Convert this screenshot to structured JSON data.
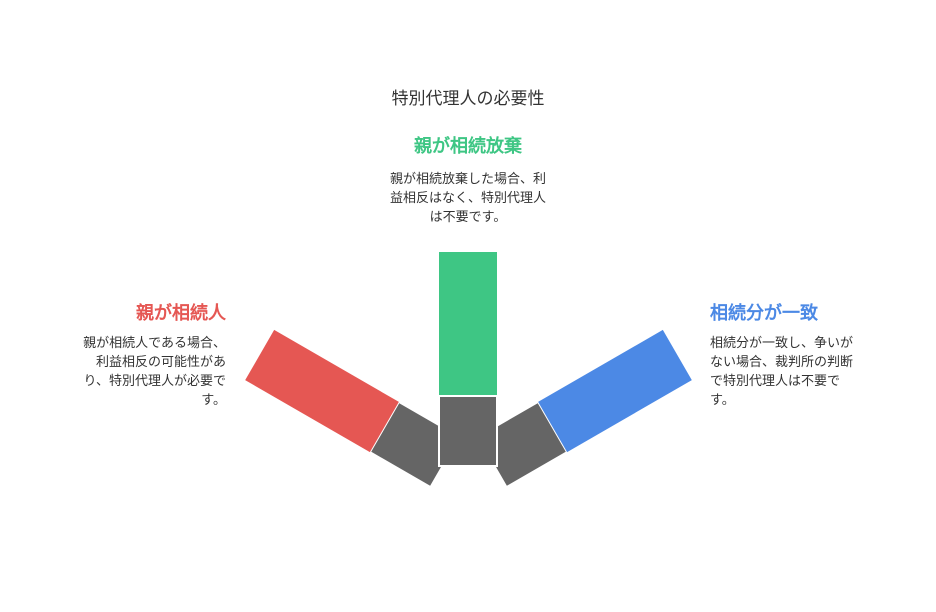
{
  "title": "特別代理人の必要性",
  "colors": {
    "red": "#E55753",
    "green": "#3EC684",
    "blue": "#4C89E5",
    "dark": "#656565"
  },
  "branches": {
    "center": {
      "heading": "親が相続放棄",
      "description": "親が相続放棄した場合、利\n益相反はなく、特別代理人\nは不要です。"
    },
    "left": {
      "heading": "親が相続人",
      "description": "親が相続人である場合、\n利益相反の可能性があ\nり、特別代理人が必要で\nす。"
    },
    "right": {
      "heading": "相続分が一致",
      "description": "相続分が一致し、争いが\nない場合、裁判所の判断\nで特別代理人は不要で\nす。"
    }
  }
}
